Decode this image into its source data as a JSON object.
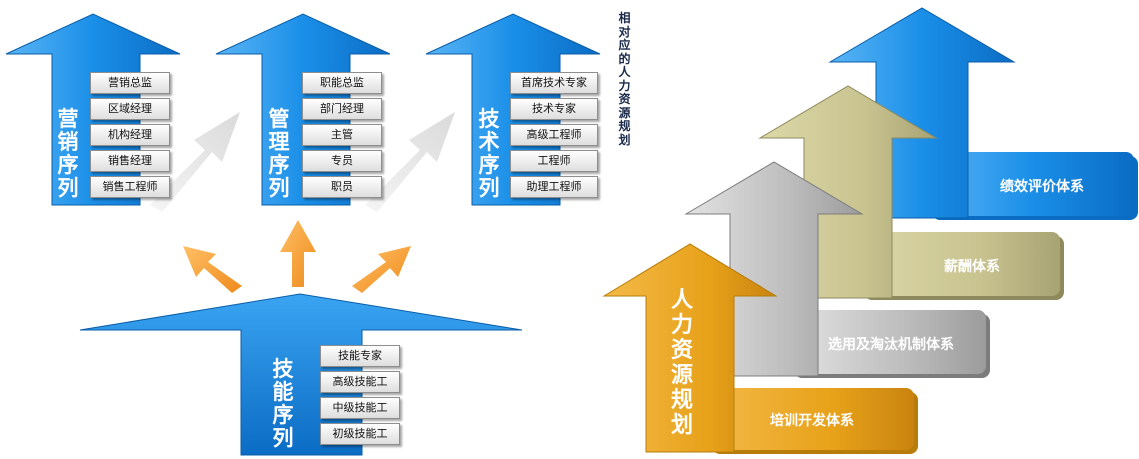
{
  "side_note": "相对应的人力资源规划",
  "sequences": [
    {
      "title": "营销序列",
      "levels": [
        "营销总监",
        "区域经理",
        "机构经理",
        "销售经理",
        "销售工程师"
      ]
    },
    {
      "title": "管理序列",
      "levels": [
        "职能总监",
        "部门经理",
        "主管",
        "专员",
        "职员"
      ]
    },
    {
      "title": "技术序列",
      "levels": [
        "首席技术专家",
        "技术专家",
        "高级工程师",
        "工程师",
        "助理工程师"
      ]
    }
  ],
  "skill_sequence": {
    "title": "技能序列",
    "levels": [
      "技能专家",
      "高级技能工",
      "中级技能工",
      "初级技能工"
    ]
  },
  "staircase": {
    "main_label": "人力资源规划",
    "steps": [
      "培训开发体系",
      "选用及淘汰机制体系",
      "薪酬体系",
      "绩效评价体系"
    ]
  },
  "colors": {
    "blue": "#1a8fe8",
    "orange": "#f5a033",
    "amber": "#e8a21a",
    "gray": "#b8b8b8",
    "khaki": "#c8c38f"
  }
}
